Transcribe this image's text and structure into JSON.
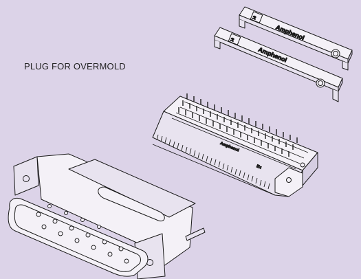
{
  "caption": "PLUG FOR OVERMOLD",
  "strip_top": {
    "brand": "Amphenol",
    "mark": "ℛ",
    "seal": "®"
  },
  "strip_bottom": {
    "brand": "Amphenol",
    "mark": "ℛ",
    "seal": "®"
  },
  "block": {
    "brand": "Amphenol",
    "tag": "Ex"
  },
  "colors": {
    "background": "#dcd3e8",
    "line": "#1a1a1a",
    "fill": "#f4f1f7"
  }
}
